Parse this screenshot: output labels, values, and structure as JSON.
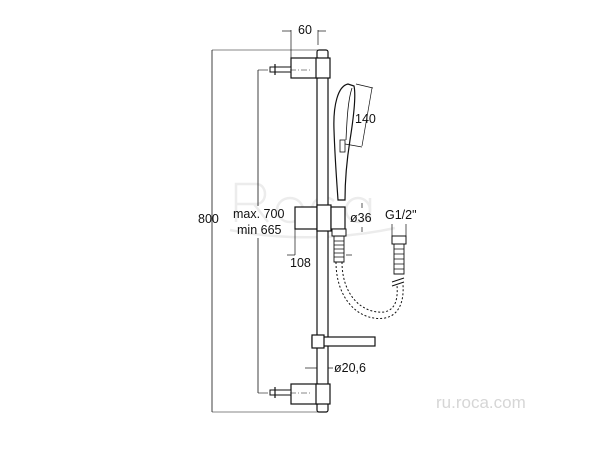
{
  "dimensions": {
    "width_60": "60",
    "length_140": "140",
    "height_800": "800",
    "max_700": "max. 700",
    "min_665": "min 665",
    "diam_36": "ø36",
    "thread": "G1/2\"",
    "offset_108": "108",
    "diam_rail": "ø20,6"
  },
  "watermark": "ru.roca.com",
  "logo": "Roca"
}
